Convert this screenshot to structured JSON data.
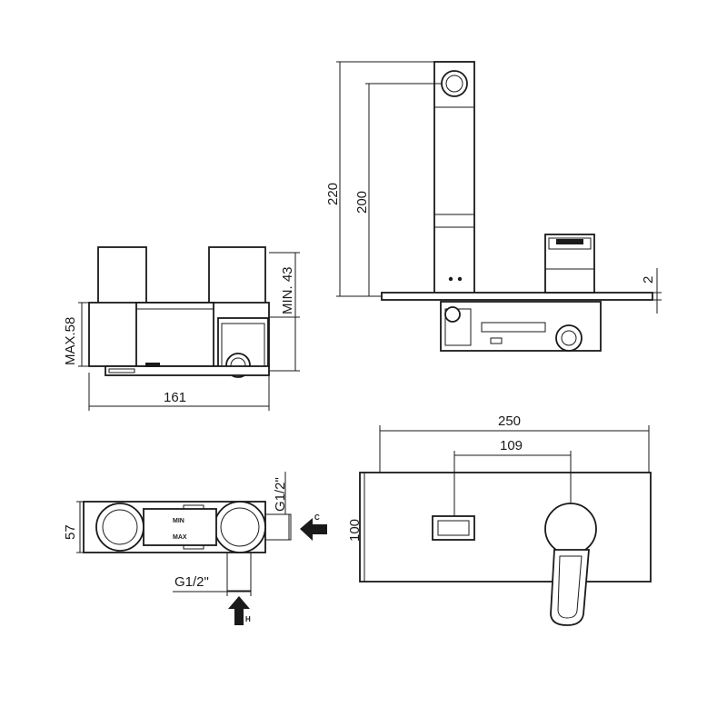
{
  "dimensions": {
    "width_161": "161",
    "max_58": "MAX.58",
    "min_43": "MIN. 43",
    "height_220": "220",
    "height_200": "200",
    "plate_2": "2",
    "width_250": "250",
    "width_109": "109",
    "height_100": "100",
    "depth_57": "57",
    "thread_c": "G1/2\"",
    "thread_h": "G1/2\""
  },
  "labels": {
    "min": "MIN",
    "max": "MAX",
    "cold": "C",
    "hot": "H"
  },
  "colors": {
    "stroke": "#1a1a1a",
    "background": "#ffffff"
  }
}
